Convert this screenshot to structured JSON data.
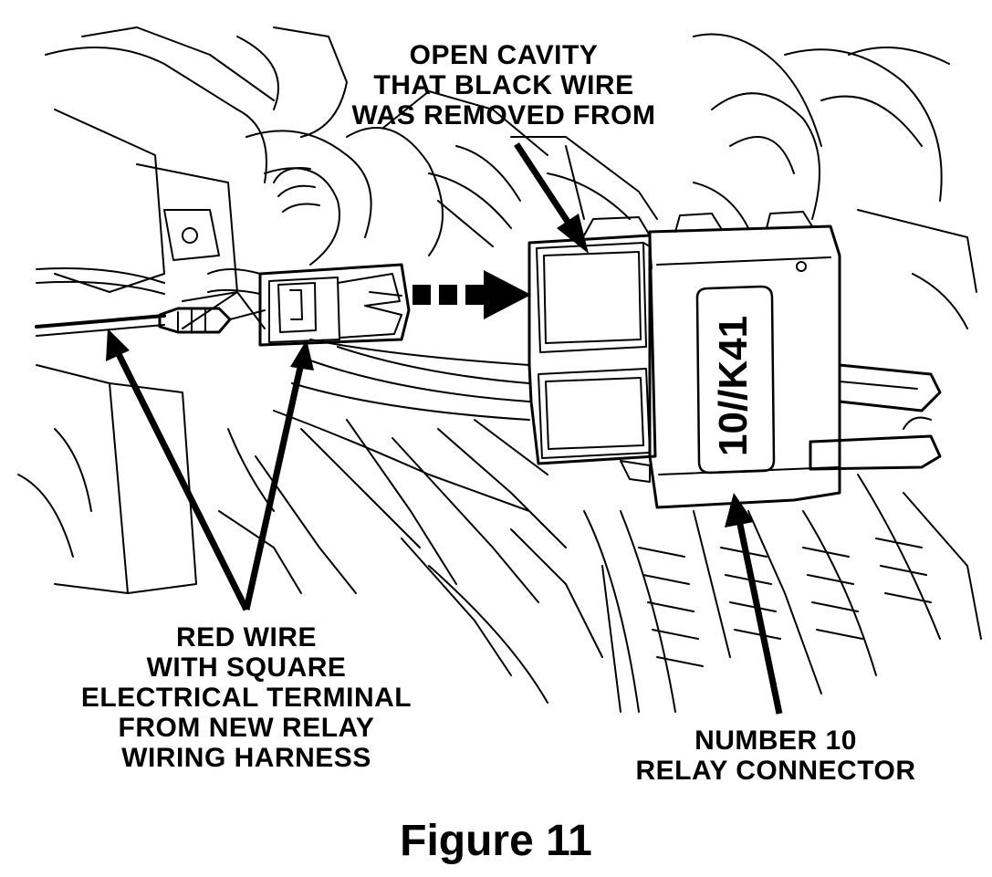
{
  "callouts": {
    "open_cavity": [
      "OPEN CAVITY",
      "THAT BLACK WIRE",
      "WAS REMOVED FROM"
    ],
    "red_wire": [
      "RED WIRE",
      "WITH SQUARE",
      "ELECTRICAL TERMINAL",
      "FROM NEW RELAY",
      "WIRING HARNESS"
    ],
    "relay_connector": [
      "NUMBER 10",
      "RELAY CONNECTOR"
    ]
  },
  "relay_label": "10//K41",
  "caption": "Figure 11",
  "colors": {
    "ink": "#000000",
    "paper": "#ffffff"
  }
}
